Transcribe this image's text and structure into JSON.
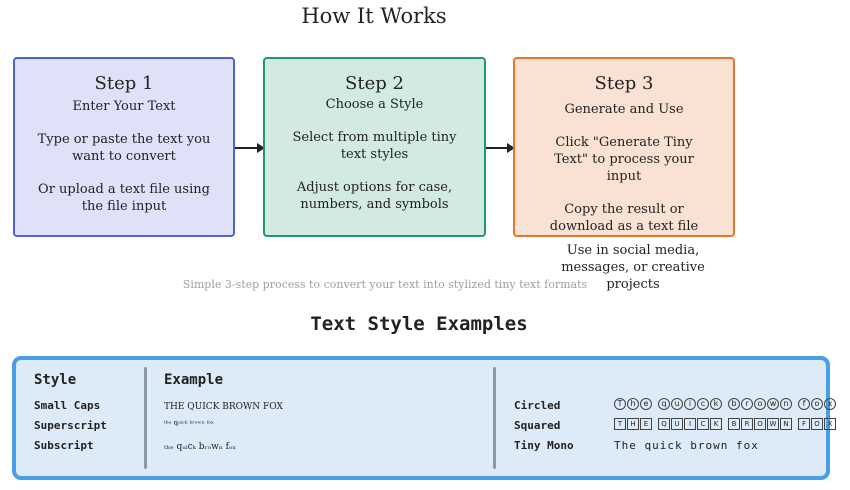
{
  "main_title": "How It Works",
  "steps": [
    {
      "title": "Step 1",
      "subtitle": "Enter Your Text",
      "line1": "Type or paste the text you want to convert",
      "line2": "Or upload a text file using the file input"
    },
    {
      "title": "Step 2",
      "subtitle": "Choose a Style",
      "line1": "Select from multiple tiny text styles",
      "line2": "Adjust options for case, numbers, and symbols"
    },
    {
      "title": "Step 3",
      "subtitle": "Generate and Use",
      "line1": "Click \"Generate Tiny Text\" to process your input",
      "line2": "Copy the result or download as a text file",
      "line3": "Use in social media, messages, or creative projects"
    }
  ],
  "caption": "Simple 3-step process to convert your text into stylized tiny text formats",
  "examples_title": "Text Style Examples",
  "table": {
    "style_header": "Style",
    "example_header": "Example",
    "left_rows": [
      {
        "style": "Small Caps",
        "example": "THE QUICK BROWN FOX"
      },
      {
        "style": "Superscript",
        "example": "ᵗʰᵉ ᑫᵘⁱᶜᵏ ᵇʳᵒʷⁿ ᶠᵒˣ"
      },
      {
        "style": "Subscript",
        "example": "ₜₕₑ qᵤᵢcₖ bᵣₒwₙ fₒₓ"
      }
    ],
    "right_rows": [
      {
        "style": "Circled",
        "example": "The quick brown fox"
      },
      {
        "style": "Squared",
        "example": "THE QUICK BROWN FOX"
      },
      {
        "style": "Tiny Mono",
        "example": "The quick brown fox"
      }
    ]
  }
}
